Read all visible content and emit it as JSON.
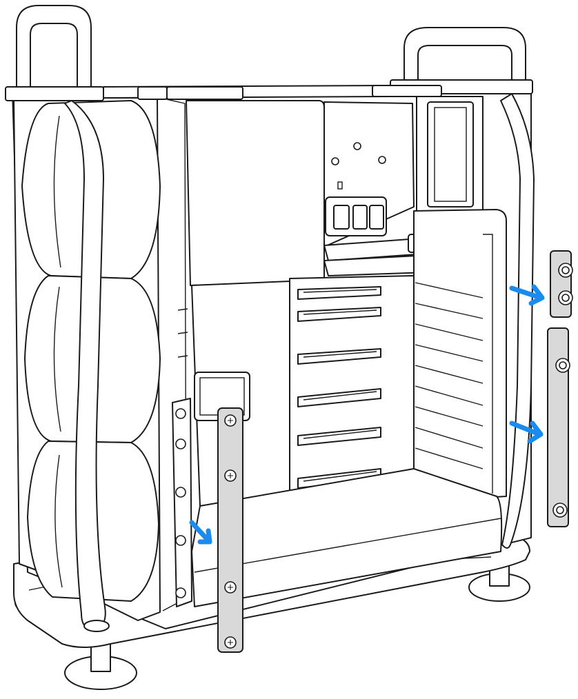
{
  "figure": {
    "subject": "tower-computer-chassis-side-open",
    "colors": {
      "outline": "#1a1a1a",
      "body": "#ffffff",
      "bracket_fill": "#d9d9d9",
      "arrow": "#1a8cf0"
    },
    "brackets": [
      {
        "id": "pci-bracket-center",
        "screws": 4
      },
      {
        "id": "side-bracket-upper",
        "screws": 2
      },
      {
        "id": "side-bracket-lower",
        "screws": 2
      }
    ],
    "arrows": [
      {
        "id": "arrow-left",
        "direction": "right"
      },
      {
        "id": "arrow-upper-right",
        "direction": "right"
      },
      {
        "id": "arrow-lower-right",
        "direction": "right"
      }
    ],
    "pcie_slots": 6,
    "fans": 3
  }
}
